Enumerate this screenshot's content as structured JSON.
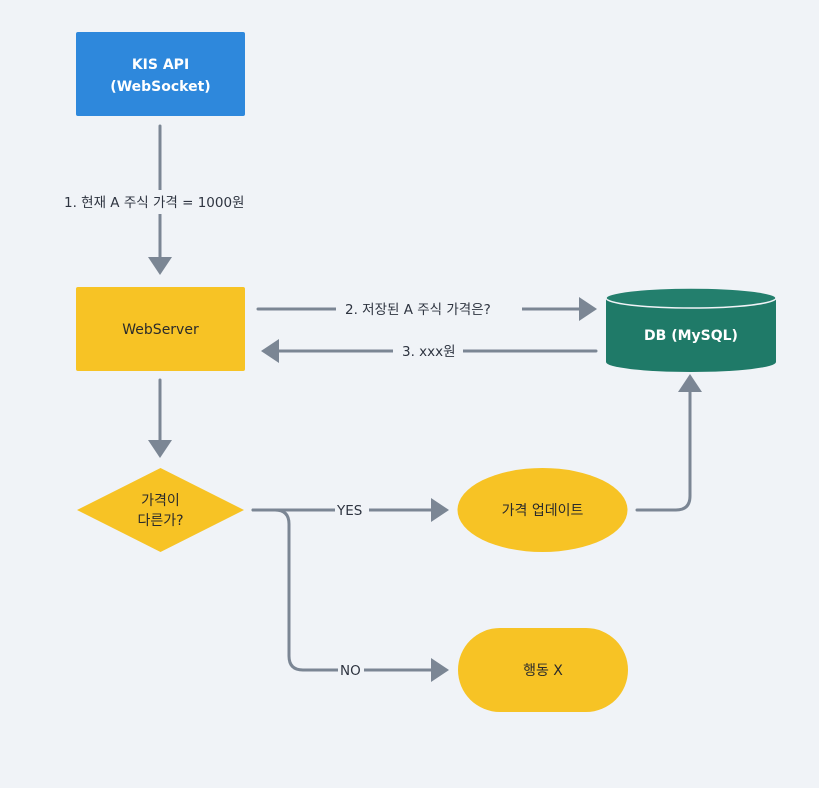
{
  "colors": {
    "background": "#f0f3f7",
    "api_blue": "#2e88dc",
    "node_yellow": "#f7c325",
    "db_green": "#1f7a68",
    "db_green_top": "#237f6d",
    "arrow": "#7b8694"
  },
  "nodes": {
    "kis_api": {
      "line1": "KIS API",
      "line2": "(WebSocket)"
    },
    "webserver": {
      "label": "WebServer"
    },
    "db": {
      "label": "DB (MySQL)"
    },
    "decision": {
      "line1": "가격이",
      "line2": "다른가?"
    },
    "update": {
      "label": "가격 업데이트"
    },
    "no_action": {
      "label": "행동 X"
    }
  },
  "edges": {
    "step1": "1.  현재 A 주식 가격 = 1000원",
    "step2": "2.  저장된 A 주식 가격은?",
    "step3": "3.  xxx원",
    "yes": "YES",
    "no": "NO"
  }
}
